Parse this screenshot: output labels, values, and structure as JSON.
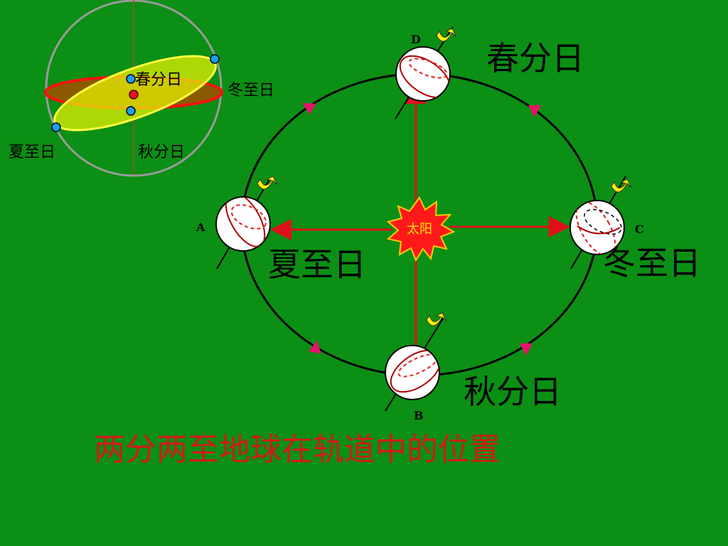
{
  "inset": {
    "label_spring": "春分日",
    "label_winter": "冬至日",
    "label_summer": "夏至日",
    "label_autumn": "秋分日"
  },
  "orbit": {
    "sun_label": "太阳",
    "positions": {
      "A": {
        "letter": "A",
        "label": "夏至日"
      },
      "B": {
        "letter": "B",
        "label": "秋分日"
      },
      "C": {
        "letter": "C",
        "label": "冬至日"
      },
      "D": {
        "letter": "D",
        "label": "春分日"
      }
    }
  },
  "caption": "两分两至地球在轨道中的位置",
  "colors": {
    "background": "#0b8f14",
    "arrow_red": "#e0101a",
    "triangle_pink": "#e8126a",
    "sun_fill": "#ff1a1a",
    "sun_text": "#ffe400",
    "caption": "#d21a1a",
    "ecliptic_fill": "#e4ef00",
    "equator_fill": "#8b5a00"
  }
}
